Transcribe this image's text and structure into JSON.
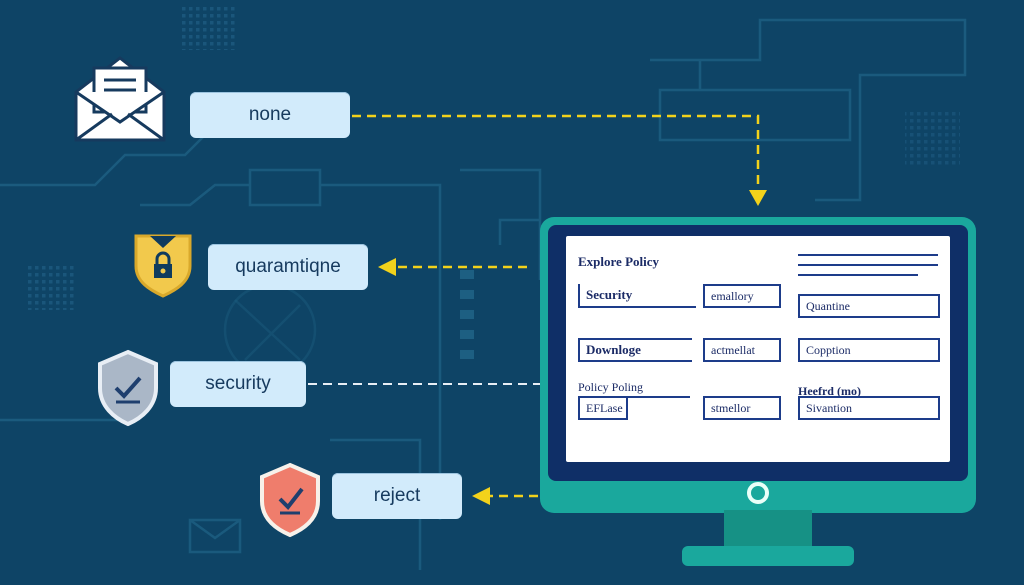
{
  "labels": {
    "none": "none",
    "quarantine": "quaramtiqne",
    "security": "security",
    "reject": "reject"
  },
  "screen": {
    "heading1": "Explore Policy",
    "row1": {
      "left": "Security",
      "middle": "emallory",
      "right": "Quantine"
    },
    "row2": {
      "left": "Downloge",
      "middle": "actmellat",
      "right": "Copption"
    },
    "heading2": "Policy Poling",
    "heading3": "Heefrd (mo)",
    "row3": {
      "left": "EFLase",
      "middle": "stmellor",
      "right": "Sivantion"
    }
  },
  "colors": {
    "background": "#0e4466",
    "label_fill": "#d2ebfb",
    "arrow": "#f2d21b",
    "monitor": "#1aa89d",
    "shield_gold": "#f2c94c",
    "shield_grey": "#aab7c7",
    "shield_red": "#ef7d6c"
  },
  "icons": [
    "envelope-icon",
    "lock-shield-icon",
    "check-shield-icon",
    "check-shield-red-icon"
  ]
}
